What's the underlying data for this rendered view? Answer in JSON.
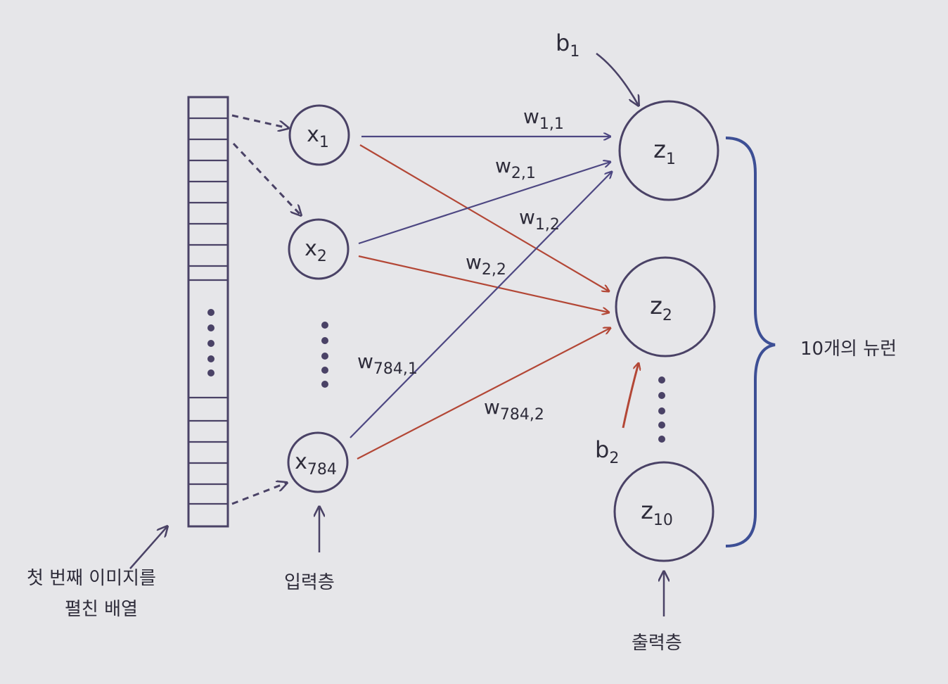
{
  "colors": {
    "background": "#e6e6e9",
    "ink": "#4a4266",
    "arrow_blue": "#4d4782",
    "arrow_red": "#b34736",
    "brace": "#3d4f95",
    "text": "#2e2c3a"
  },
  "input_nodes": [
    {
      "base": "x",
      "sub": "1"
    },
    {
      "base": "x",
      "sub": "2"
    },
    {
      "base": "x",
      "sub": "784"
    }
  ],
  "output_nodes": [
    {
      "base": "z",
      "sub": "1"
    },
    {
      "base": "z",
      "sub": "2"
    },
    {
      "base": "z",
      "sub": "10"
    }
  ],
  "weights": [
    {
      "base": "w",
      "sub": "1,1"
    },
    {
      "base": "w",
      "sub": "2,1"
    },
    {
      "base": "w",
      "sub": "1,2"
    },
    {
      "base": "w",
      "sub": "2,2"
    },
    {
      "base": "w",
      "sub": "784,1"
    },
    {
      "base": "w",
      "sub": "784,2"
    }
  ],
  "biases": [
    {
      "base": "b",
      "sub": "1"
    },
    {
      "base": "b",
      "sub": "2"
    }
  ],
  "labels": {
    "flattened_array_line1": "첫 번째 이미지를",
    "flattened_array_line2": "펼친 배열",
    "input_layer": "입력층",
    "output_layer": "출력층",
    "ten_neurons": "10개의 뉴런"
  }
}
